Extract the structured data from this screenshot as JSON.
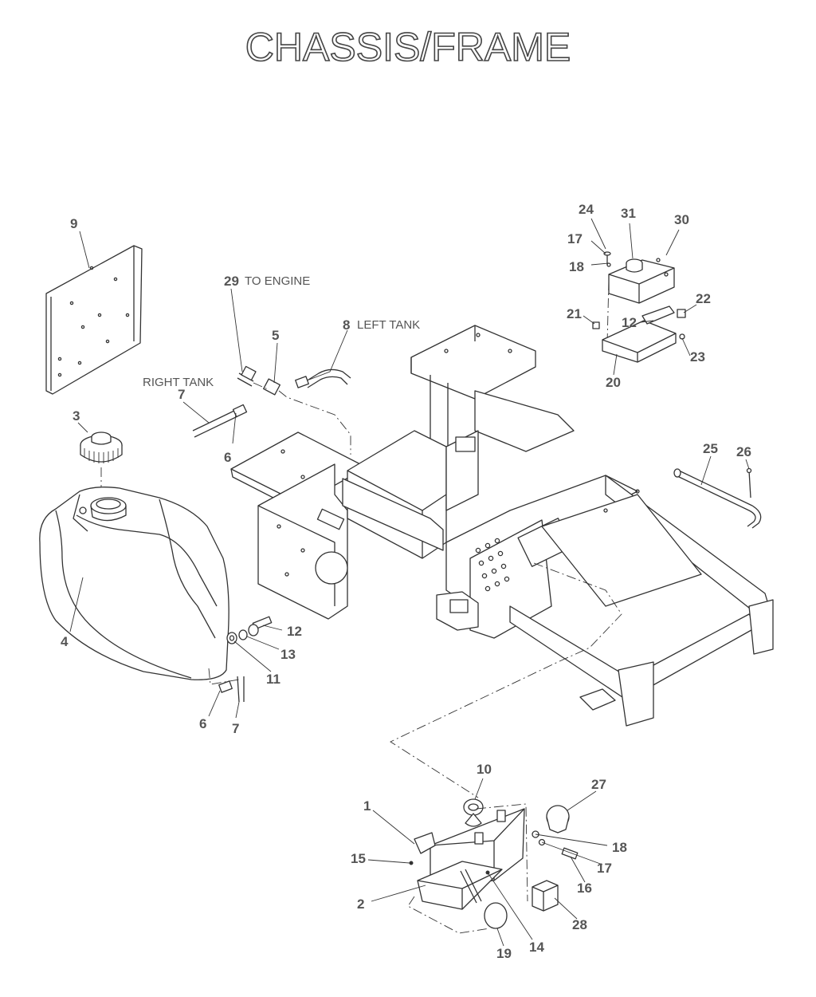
{
  "title": "CHASSIS/FRAME",
  "callouts": [
    {
      "id": "c9",
      "label": "9"
    },
    {
      "id": "c29",
      "label": "29"
    },
    {
      "id": "c5",
      "label": "5"
    },
    {
      "id": "c8",
      "label": "8"
    },
    {
      "id": "c7a",
      "label": "7"
    },
    {
      "id": "c6a",
      "label": "6"
    },
    {
      "id": "c3",
      "label": "3"
    },
    {
      "id": "c4",
      "label": "4"
    },
    {
      "id": "c12a",
      "label": "12"
    },
    {
      "id": "c13",
      "label": "13"
    },
    {
      "id": "c11",
      "label": "11"
    },
    {
      "id": "c6b",
      "label": "6"
    },
    {
      "id": "c7b",
      "label": "7"
    },
    {
      "id": "c24",
      "label": "24"
    },
    {
      "id": "c31",
      "label": "31"
    },
    {
      "id": "c30",
      "label": "30"
    },
    {
      "id": "c17a",
      "label": "17"
    },
    {
      "id": "c18a",
      "label": "18"
    },
    {
      "id": "c21",
      "label": "21"
    },
    {
      "id": "c12b",
      "label": "12"
    },
    {
      "id": "c22",
      "label": "22"
    },
    {
      "id": "c23",
      "label": "23"
    },
    {
      "id": "c20",
      "label": "20"
    },
    {
      "id": "c25",
      "label": "25"
    },
    {
      "id": "c26",
      "label": "26"
    },
    {
      "id": "c10",
      "label": "10"
    },
    {
      "id": "c27",
      "label": "27"
    },
    {
      "id": "c1",
      "label": "1"
    },
    {
      "id": "c15",
      "label": "15"
    },
    {
      "id": "c18b",
      "label": "18"
    },
    {
      "id": "c17b",
      "label": "17"
    },
    {
      "id": "c16",
      "label": "16"
    },
    {
      "id": "c2",
      "label": "2"
    },
    {
      "id": "c28",
      "label": "28"
    },
    {
      "id": "c14",
      "label": "14"
    },
    {
      "id": "c19",
      "label": "19"
    }
  ],
  "notes": {
    "to_engine": "TO ENGINE",
    "left_tank": "LEFT TANK",
    "right_tank": "RIGHT TANK"
  }
}
